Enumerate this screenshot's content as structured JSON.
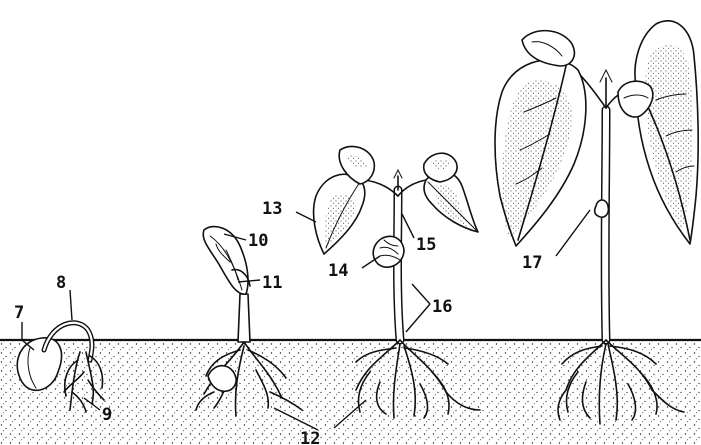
{
  "labels": {
    "l7": "7",
    "l8": "8",
    "l9": "9",
    "l10": "10",
    "l11": "11",
    "l12": "12",
    "l13": "13",
    "l14": "14",
    "l15": "15",
    "l16": "16",
    "l17": "17"
  }
}
